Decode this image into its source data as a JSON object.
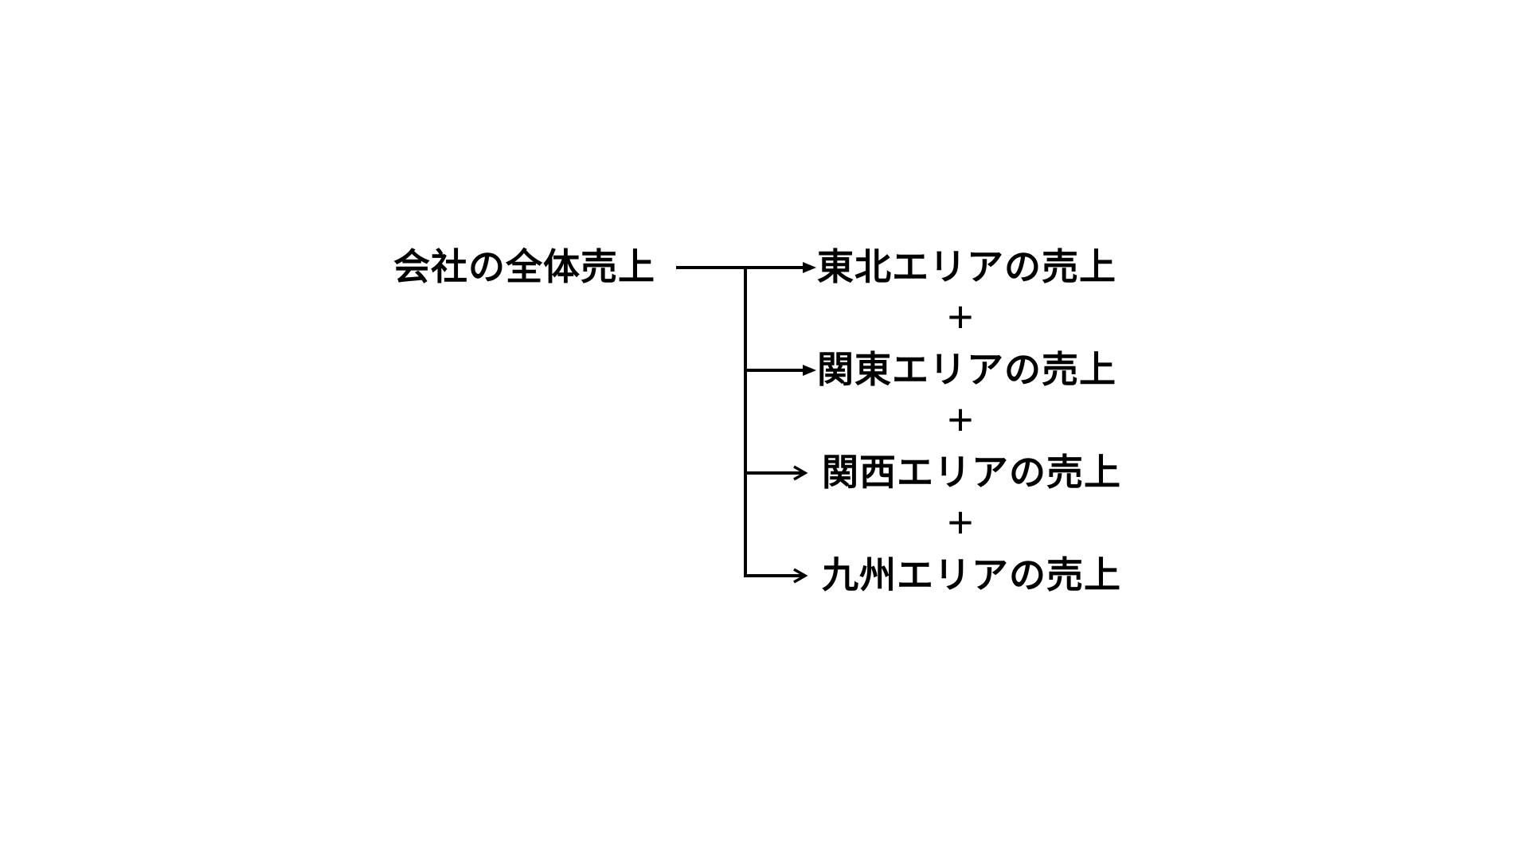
{
  "canvas": {
    "background_color": "#ffffff",
    "line_color": "#000000",
    "text_color": "#000000"
  },
  "diagram": {
    "type": "decomposition-tree",
    "root": {
      "label": "会社の全体売上"
    },
    "operator": "+",
    "branches": [
      {
        "label": "東北エリアの売上"
      },
      {
        "label": "関東エリアの売上"
      },
      {
        "label": "関西エリアの売上"
      },
      {
        "label": "九州エリアの売上"
      }
    ]
  }
}
